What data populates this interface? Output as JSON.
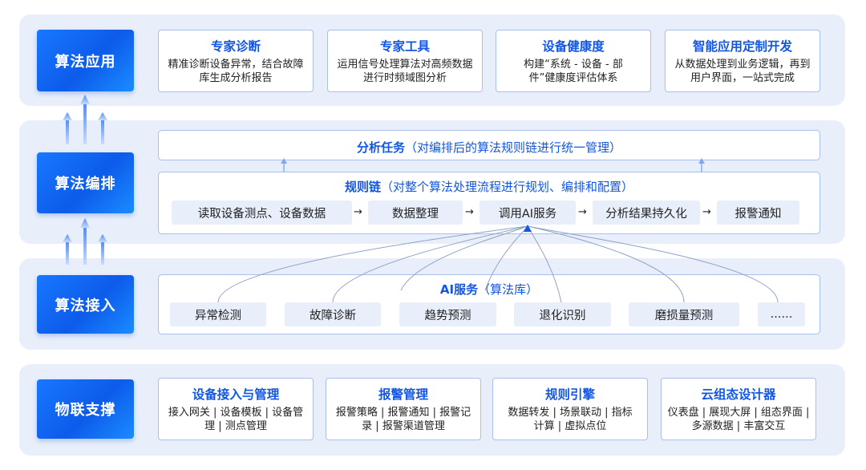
{
  "layers": {
    "app": "算法应用",
    "orch": "算法编排",
    "access": "算法接入",
    "iot": "物联支撑"
  },
  "app_cards": [
    {
      "title": "专家诊断",
      "desc": "精准诊断设备异常，结合故障库生成分析报告"
    },
    {
      "title": "专家工具",
      "desc": "运用信号处理算法对高频数据进行时频域图分析"
    },
    {
      "title": "设备健康度",
      "desc": "构建“系统 - 设备 - 部件”健康度评估体系"
    },
    {
      "title": "智能应用定制开发",
      "desc": "从数据处理到业务逻辑，再到用户界面，一站式完成"
    }
  ],
  "analysis_task": {
    "title": "分析任务",
    "desc": "（对编排后的算法规则链进行统一管理）"
  },
  "rule_chain": {
    "title": "规则链",
    "desc": "（对整个算法处理流程进行规划、编排和配置）",
    "steps": [
      "读取设备测点、设备数据",
      "数据整理",
      "调用AI服务",
      "分析结果持久化",
      "报警通知"
    ]
  },
  "ai_service": {
    "title": "AI服务",
    "desc": "（算法库）",
    "items": [
      "异常检测",
      "故障诊断",
      "趋势预测",
      "退化识别",
      "磨损量预测",
      "......"
    ]
  },
  "iot_cards": [
    {
      "title": "设备接入与管理",
      "desc": "接入网关 | 设备模板 | 设备管理 | 测点管理"
    },
    {
      "title": "报警管理",
      "desc": "报警策略 | 报警通知 | 报警记录 | 报警渠道管理"
    },
    {
      "title": "规则引擎",
      "desc": "数据转发 | 场景联动 | 指标计算 | 虚拟点位"
    },
    {
      "title": "云组态设计器",
      "desc": "仪表盘 | 展现大屏 | 组态界面 | 多源数据 | 丰富交互"
    }
  ],
  "colors": {
    "accent": "#1256e6",
    "band": "#e8eefa",
    "border": "#a9bfee"
  }
}
